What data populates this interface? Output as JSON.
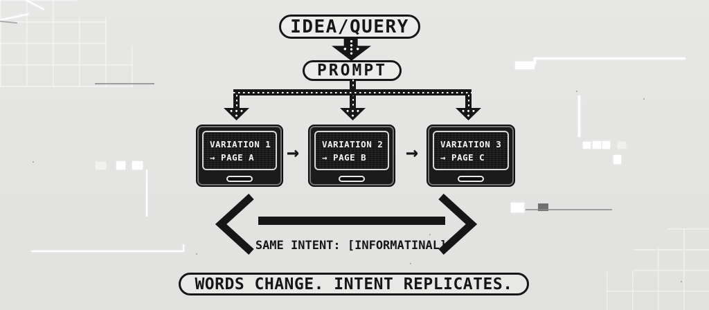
{
  "colors": {
    "background": "#e4e4e2",
    "ink": "#161616",
    "screen_background": "#141414",
    "screen_text": "#f4f4f4"
  },
  "flow": {
    "idea_query": "IDEA/QUERY",
    "prompt": "PROMPT",
    "monitors": [
      {
        "line1": "VARIATION 1",
        "line2": "→ PAGE A"
      },
      {
        "line1": "VARIATION 2",
        "line2": "→ PAGE B"
      },
      {
        "line1": "VARIATION 3",
        "line2": "→ PAGE C"
      }
    ],
    "same_intent_label": "SAME INTENT: [INFORMATINAL]",
    "tagline": "WORDS CHANGE. INTENT REPLICATES."
  },
  "icons": {
    "arrow_right": "→"
  }
}
